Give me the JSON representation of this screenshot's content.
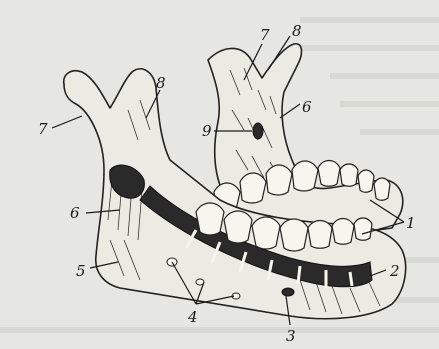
{
  "figure": {
    "background": "#e6e7e2",
    "labels": [
      {
        "id": "1",
        "text": "1"
      },
      {
        "id": "2",
        "text": "2"
      },
      {
        "id": "3",
        "text": "3"
      },
      {
        "id": "4",
        "text": "4"
      },
      {
        "id": "5",
        "text": "5"
      },
      {
        "id": "6a",
        "text": "6"
      },
      {
        "id": "6b",
        "text": "6"
      },
      {
        "id": "7a",
        "text": "7"
      },
      {
        "id": "7b",
        "text": "7"
      },
      {
        "id": "8a",
        "text": "8"
      },
      {
        "id": "8b",
        "text": "8"
      },
      {
        "id": "9",
        "text": "9"
      }
    ]
  }
}
